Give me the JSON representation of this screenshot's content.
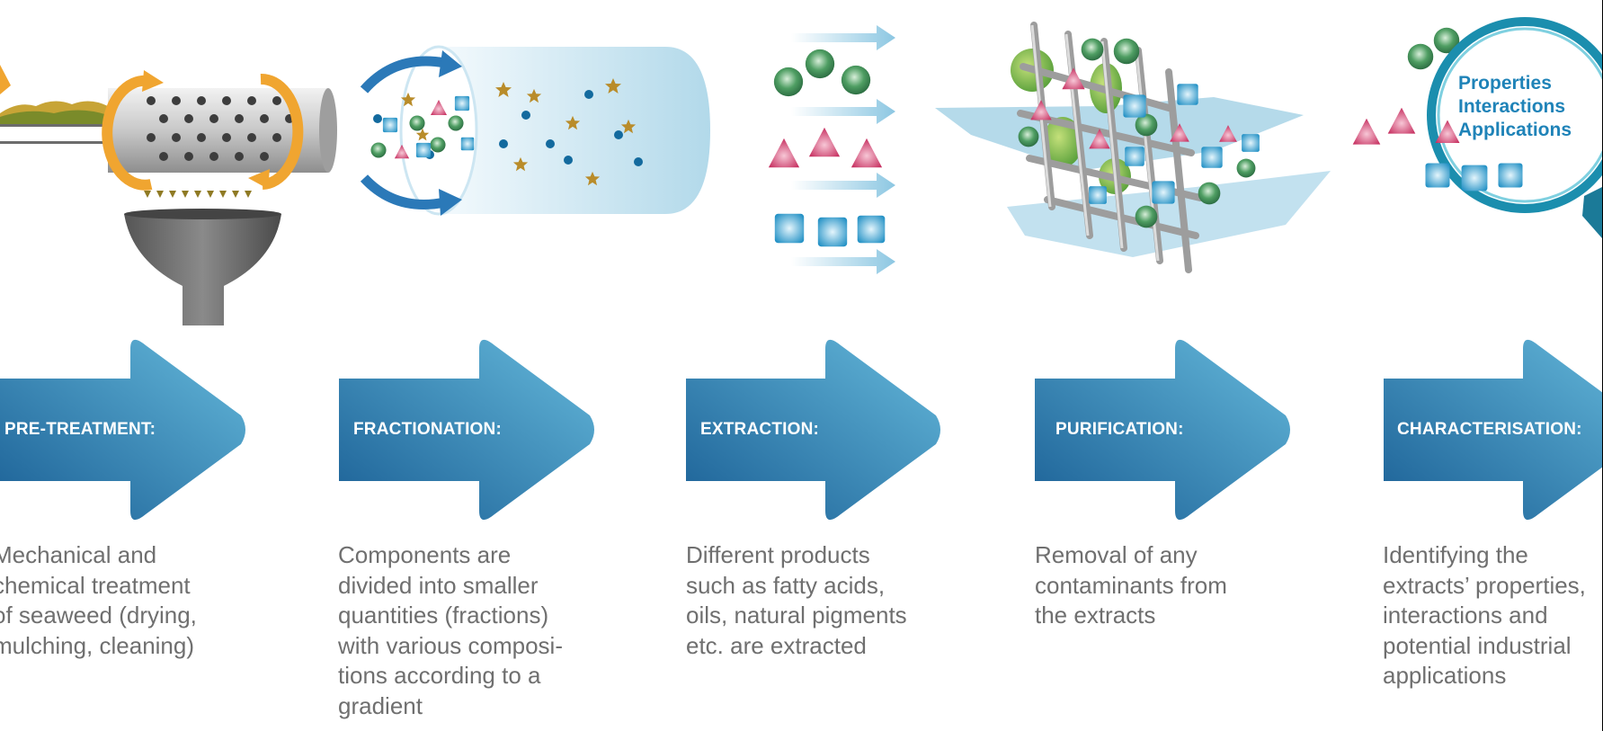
{
  "colors": {
    "arrow_dark": "#1a5f95",
    "arrow_light": "#5db3d6",
    "label_text": "#ffffff",
    "desc_text": "#6f6f6f",
    "lens_text": "#1f83b8",
    "particle_green": "#3f8f5a",
    "particle_pink": "#d23a6a",
    "particle_blue": "#2c8fc1",
    "particle_star": "#b98c2a",
    "machine_grey": "#9a9a9a",
    "machine_orange": "#f0a530"
  },
  "icons": [
    "roller-drum-icon",
    "funnel-icon",
    "cylinder-icon",
    "flow-arrows-icon",
    "mesh-filter-icon",
    "magnifier-icon"
  ],
  "steps": [
    {
      "label": "PRE-TREATMENT:",
      "description": "Mechanical and\nchemical treatment\nof seaweed (drying,\nmulching, cleaning)"
    },
    {
      "label": "FRACTIONATION:",
      "description": "Components are\ndivided into smaller\nquantities (fractions)\nwith various composi-\ntions according to a\ngradient"
    },
    {
      "label": "EXTRACTION:",
      "description": "Different products\nsuch as fatty acids,\noils, natural pigments\netc. are extracted"
    },
    {
      "label": "PURIFICATION:",
      "description": "Removal of any\ncontaminants from\nthe extracts"
    },
    {
      "label": "CHARACTERISATION:",
      "description": "Identifying the\nextracts’ properties,\ninteractions and\npotential industrial\napplications"
    }
  ],
  "magnifier": {
    "lines": [
      "Properties",
      "Interactions",
      "Applications"
    ]
  }
}
